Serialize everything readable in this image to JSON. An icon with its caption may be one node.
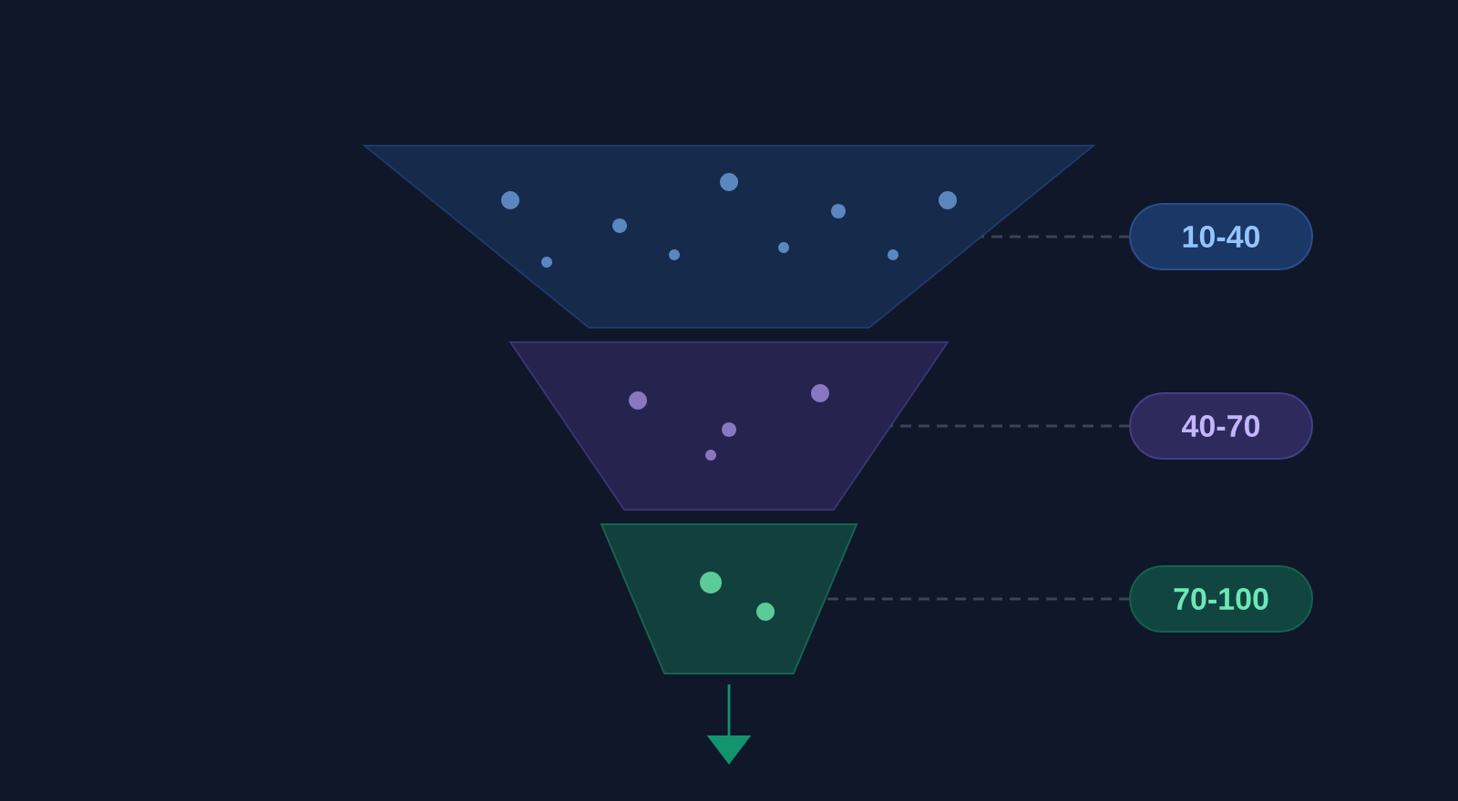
{
  "diagram": {
    "nodes": [
      {
        "text": [],
        "shape": "trapezoid"
      },
      {
        "text": [
          "10-40"
        ]
      },
      {
        "text": [],
        "shape": "trapezoid"
      },
      {
        "text": [
          "40-70"
        ]
      },
      {
        "text": [],
        "shape": "trapezoid"
      },
      {
        "text": [
          "70-100"
        ]
      }
    ],
    "edges": [
      {
        "from": 1,
        "to": 0,
        "arrow": "none",
        "style": "dashed"
      },
      {
        "from": 3,
        "to": 2,
        "arrow": "none",
        "style": "dashed"
      },
      {
        "from": 5,
        "to": 4,
        "arrow": "none",
        "style": "dashed"
      },
      {
        "from": 4,
        "to": null,
        "arrow": "to",
        "color": "#12946c"
      }
    ]
  }
}
